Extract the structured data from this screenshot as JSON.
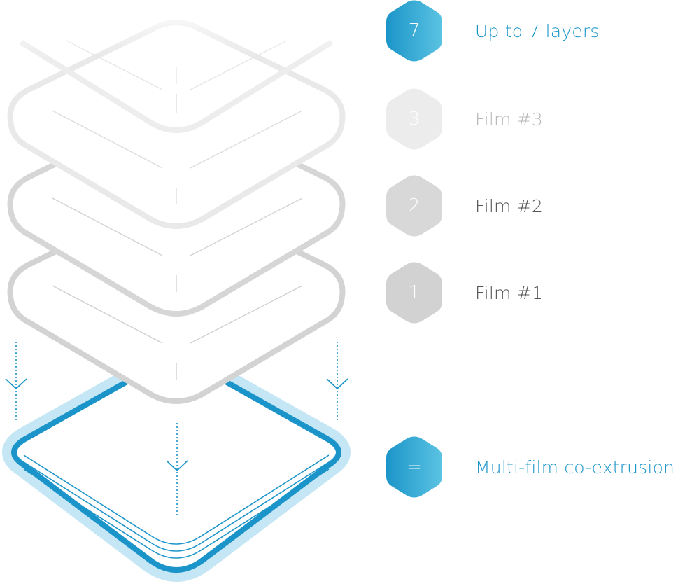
{
  "legend": [
    {
      "badge": "7",
      "label": "Up to 7 layers",
      "badge_color": "#1b95c9",
      "badge_color_light": "#5bc3e2",
      "text_color": "#1b95c9"
    },
    {
      "badge": "3",
      "label": "Film #3",
      "badge_color": "#ececec",
      "badge_color_light": "#ececec",
      "text_color": "#b8b8b8"
    },
    {
      "badge": "2",
      "label": "Film #2",
      "badge_color": "#d8d8d8",
      "badge_color_light": "#d8d8d8",
      "text_color": "#555555"
    },
    {
      "badge": "1",
      "label": "Film #1",
      "badge_color": "#d2d2d2",
      "badge_color_light": "#d2d2d2",
      "text_color": "#555555"
    },
    {
      "badge": "=",
      "label": "Multi-film co-extrusion",
      "badge_color": "#1b95c9",
      "badge_color_light": "#5bc3e2",
      "text_color": "#1b95c9"
    }
  ],
  "colors": {
    "accent": "#1b95c9",
    "accent_light": "#c5e6f5",
    "film_outline": "#cfcfcf",
    "film_top_outline": "#ececec",
    "film_inner_line": "#cccccc"
  }
}
